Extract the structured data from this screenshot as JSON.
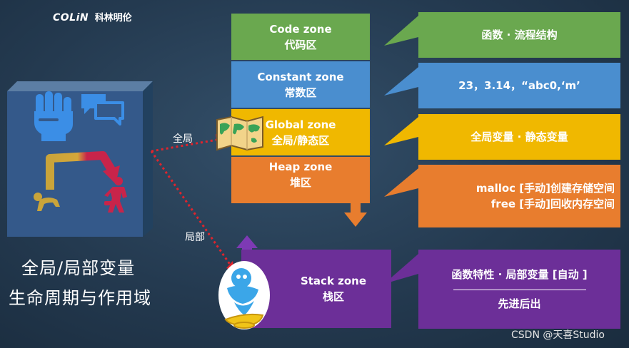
{
  "brand": {
    "logo_text": "COLiN",
    "logo_cn": "科林明伦"
  },
  "labels": {
    "global": "全局",
    "local": "局部"
  },
  "caption": {
    "line1": "全局/局部变量",
    "line2": "生命周期与作用域"
  },
  "watermark": "CSDN @天喜Studio",
  "zones": [
    {
      "title": "Code zone",
      "subtitle": "代码区",
      "color": "#6aa84f"
    },
    {
      "title": "Constant zone",
      "subtitle": "常数区",
      "color": "#4a8ecf"
    },
    {
      "title": "Global zone",
      "subtitle": "全局/静态区",
      "color": "#f0b800"
    },
    {
      "title": "Heap zone",
      "subtitle": "堆区",
      "color": "#e87d2e"
    },
    {
      "title": "Stack zone",
      "subtitle": "栈区",
      "color": "#6c2f98"
    }
  ],
  "descriptions": {
    "code": "函数 · 流程结构",
    "constant": "23，3.14，“abc0,‘m’",
    "global": "全局变量 · 静态变量",
    "heap_line1": "malloc [手动]创建存储空间",
    "heap_line2": "free [手动]回收内存空间",
    "stack_line1": "函数特性 · 局部变量 [自动 ]",
    "stack_line2": "先进后出"
  },
  "icons": {
    "fist": "fist-icon",
    "chat": "chat-bubbles-icon",
    "lifecycle": "lifecycle-arrow-icon",
    "baby": "crawling-baby-icon",
    "elder": "elderly-person-icon",
    "map": "world-map-icon",
    "genie": "genie-lamp-icon"
  }
}
